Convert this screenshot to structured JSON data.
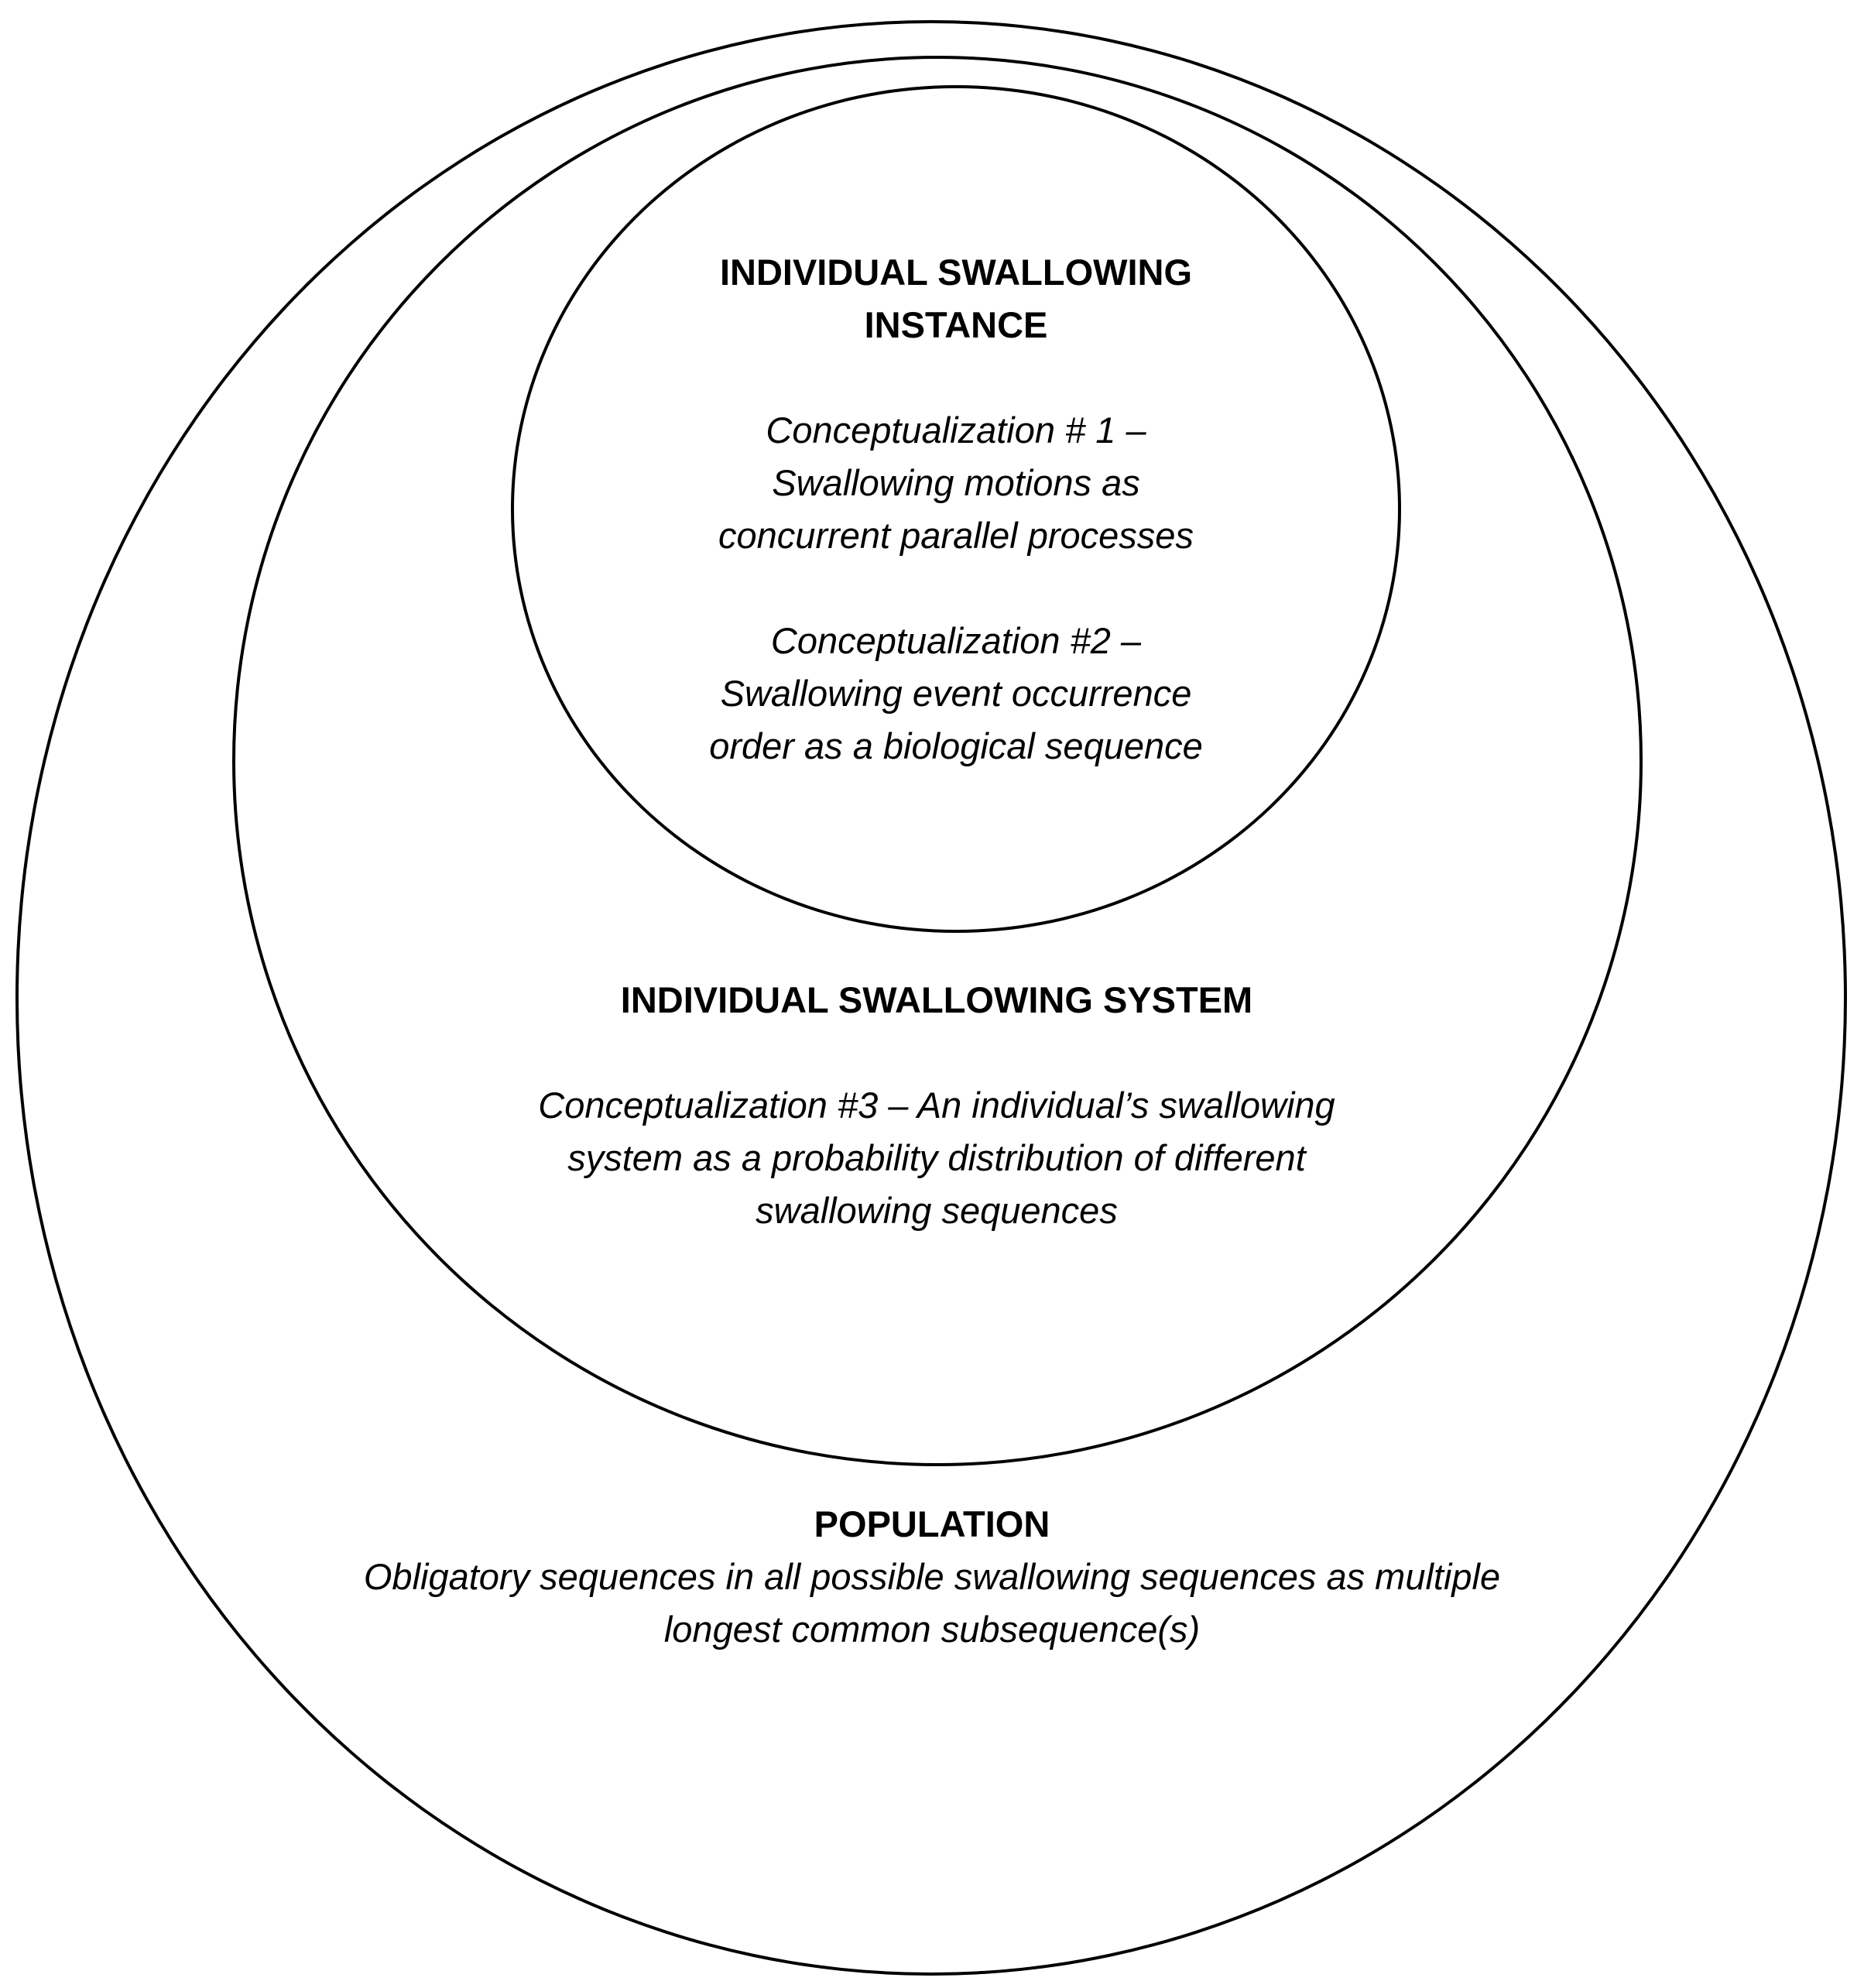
{
  "diagram": {
    "instance": {
      "heading": "INDIVIDUAL SWALLOWING\nINSTANCE",
      "concept1": "Conceptualization # 1 –\nSwallowing motions as\nconcurrent parallel processes",
      "concept2": "Conceptualization #2 –\nSwallowing event occurrence\norder as a biological sequence"
    },
    "system": {
      "heading": "INDIVIDUAL SWALLOWING SYSTEM",
      "concept3": "Conceptualization #3 – An individual’s swallowing\nsystem as a probability distribution of different\nswallowing sequences"
    },
    "population": {
      "heading": "POPULATION",
      "description": "Obligatory sequences in all possible swallowing sequences as multiple\nlongest common subsequence(s)"
    }
  }
}
